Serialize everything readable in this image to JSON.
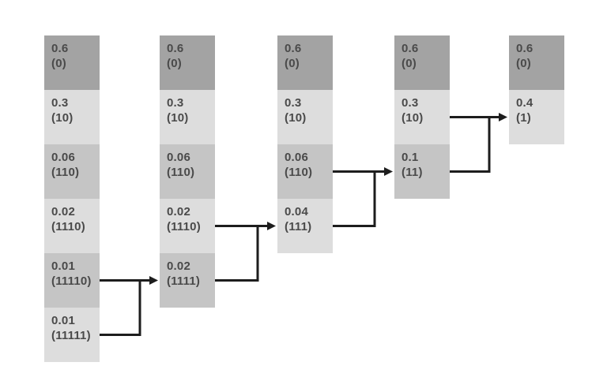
{
  "diagram": {
    "colors": {
      "background": "#ffffff",
      "cell_dark": "#a3a3a3",
      "cell_medium": "#c5c5c5",
      "cell_light": "#dddddd",
      "text": "#4a4a4a",
      "arrow": "#1d1d1d"
    },
    "columns": [
      {
        "cells": [
          {
            "value": "0.6",
            "code": "(0)",
            "tone": "dark"
          },
          {
            "value": "0.3",
            "code": "(10)",
            "tone": "light"
          },
          {
            "value": "0.06",
            "code": "(110)",
            "tone": "medium"
          },
          {
            "value": "0.02",
            "code": "(1110)",
            "tone": "light"
          },
          {
            "value": "0.01",
            "code": "(11110)",
            "tone": "medium"
          },
          {
            "value": "0.01",
            "code": "(11111)",
            "tone": "light"
          }
        ]
      },
      {
        "cells": [
          {
            "value": "0.6",
            "code": "(0)",
            "tone": "dark"
          },
          {
            "value": "0.3",
            "code": "(10)",
            "tone": "light"
          },
          {
            "value": "0.06",
            "code": "(110)",
            "tone": "medium"
          },
          {
            "value": "0.02",
            "code": "(1110)",
            "tone": "light"
          },
          {
            "value": "0.02",
            "code": "(1111)",
            "tone": "medium"
          }
        ]
      },
      {
        "cells": [
          {
            "value": "0.6",
            "code": "(0)",
            "tone": "dark"
          },
          {
            "value": "0.3",
            "code": "(10)",
            "tone": "light"
          },
          {
            "value": "0.06",
            "code": "(110)",
            "tone": "medium"
          },
          {
            "value": "0.04",
            "code": "(111)",
            "tone": "light"
          }
        ]
      },
      {
        "cells": [
          {
            "value": "0.6",
            "code": "(0)",
            "tone": "dark"
          },
          {
            "value": "0.3",
            "code": "(10)",
            "tone": "light"
          },
          {
            "value": "0.1",
            "code": "(11)",
            "tone": "medium"
          }
        ]
      },
      {
        "cells": [
          {
            "value": "0.6",
            "code": "(0)",
            "tone": "dark"
          },
          {
            "value": "0.4",
            "code": "(1)",
            "tone": "light"
          }
        ]
      }
    ],
    "merges": [
      {
        "from_column": 0,
        "upper_row": 4,
        "lower_row": 5,
        "to_column": 1,
        "to_row": 4
      },
      {
        "from_column": 1,
        "upper_row": 3,
        "lower_row": 4,
        "to_column": 2,
        "to_row": 3
      },
      {
        "from_column": 2,
        "upper_row": 2,
        "lower_row": 3,
        "to_column": 3,
        "to_row": 2
      },
      {
        "from_column": 3,
        "upper_row": 1,
        "lower_row": 2,
        "to_column": 4,
        "to_row": 1
      }
    ]
  }
}
